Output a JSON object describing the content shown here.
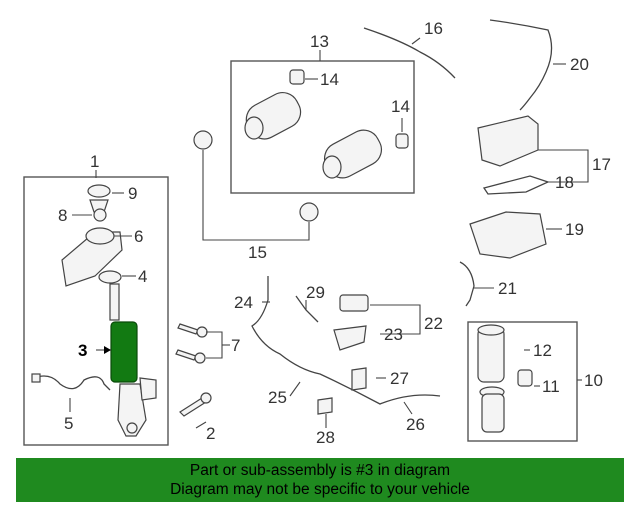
{
  "callouts": [
    "1",
    "2",
    "3",
    "4",
    "5",
    "6",
    "7",
    "8",
    "9",
    "10",
    "11",
    "12",
    "13",
    "14",
    "14",
    "15",
    "16",
    "17",
    "18",
    "19",
    "20",
    "21",
    "22",
    "23",
    "24",
    "25",
    "26",
    "27",
    "28",
    "29"
  ],
  "colors": {
    "highlight": "#127a12",
    "banner_bg": "#1f8a1f",
    "line": "#444444"
  },
  "banner": {
    "line1": "Part or sub-assembly is #3 in diagram",
    "line2": "Diagram may not be specific to your vehicle"
  }
}
